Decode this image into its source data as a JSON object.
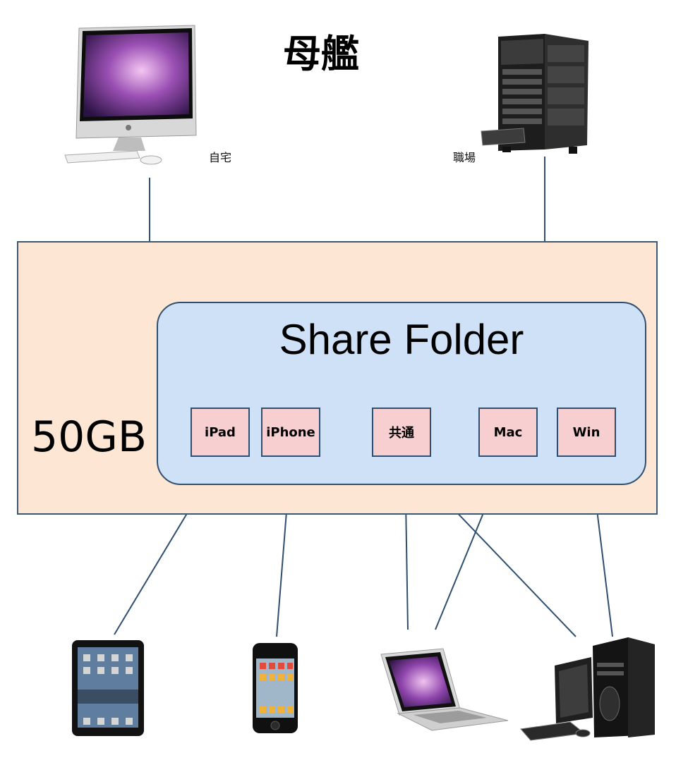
{
  "title": "母艦",
  "hosts": {
    "home_label": "自宅",
    "work_label": "職場"
  },
  "storage": {
    "capacity": "50GB",
    "share_title": "Share Folder",
    "folders": [
      "iPad",
      "iPhone",
      "共通",
      "Mac",
      "Win"
    ]
  },
  "colors": {
    "main_box_fill": "#fde6d3",
    "share_box_fill": "#cfe1f7",
    "folder_fill": "#f7cfd1",
    "line": "#2f4f70",
    "dropbox_blue": "#1f7ad6"
  },
  "icons": {
    "home": "imac-icon",
    "work": "server-tower-icon",
    "service": "dropbox-icon",
    "devices": [
      "ipad-icon",
      "iphone-icon",
      "macbook-air-icon",
      "windows-pc-icon"
    ]
  }
}
